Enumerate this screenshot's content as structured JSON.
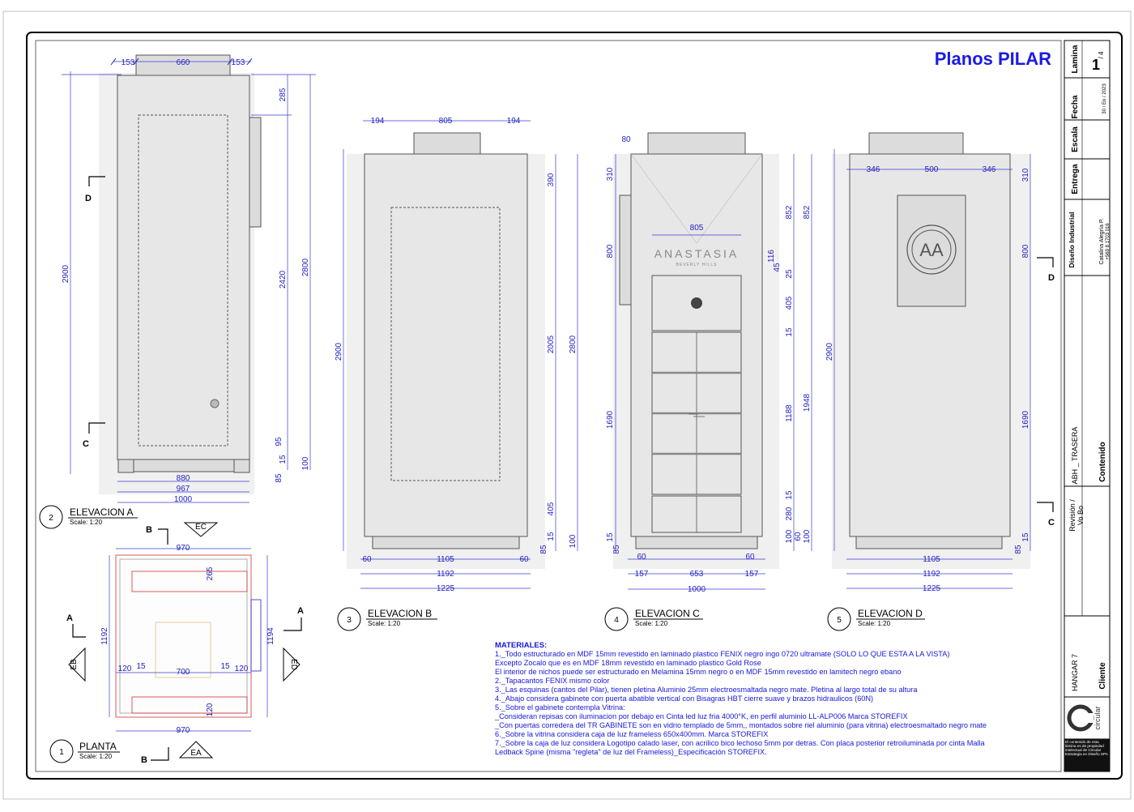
{
  "title": "Planos PILAR",
  "title_color": "#1a1ae6",
  "dim_color": "#1f1fbf",
  "views": {
    "a": {
      "number": "2",
      "title": "ELEVACION A",
      "scale": "Scale: 1:20"
    },
    "b": {
      "number": "3",
      "title": "ELEVACION B",
      "scale": "Scale: 1:20"
    },
    "c": {
      "number": "4",
      "title": "ELEVACION C",
      "scale": "Scale: 1:20"
    },
    "d": {
      "number": "5",
      "title": "ELEVACION D",
      "scale": "Scale: 1:20"
    },
    "planta": {
      "number": "1",
      "title": "PLANTA",
      "scale": "Scale: 1:20"
    }
  },
  "section_marks": {
    "d": "D",
    "c": "C",
    "a": "A",
    "b": "B",
    "ea": "EA",
    "eb": "EB",
    "ec": "EC",
    "ed": "ED"
  },
  "brand": {
    "name": "ANASTASIA",
    "sub": "BEVERLY HILLS"
  },
  "dims_a": {
    "top_left": "153",
    "top_mid": "660",
    "top_right": "153",
    "h_total": "2900",
    "h_top": "285",
    "h_door": "2420",
    "h_body": "2800",
    "h_95": "95",
    "h_15": "15",
    "h_85": "85",
    "h_100": "100",
    "w_880": "880",
    "w_967": "967",
    "w_1000": "1000"
  },
  "dims_b": {
    "top_left": "194",
    "top_mid": "805",
    "top_right": "194",
    "h_total": "2900",
    "h_390": "390",
    "h_2005": "2005",
    "h_2800": "2800",
    "h_405": "405",
    "h_15": "15",
    "h_85": "85",
    "h_100": "100",
    "w_60l": "60",
    "w_1105": "1105",
    "w_60r": "60",
    "w_1192": "1192",
    "w_1225": "1225"
  },
  "dims_c": {
    "top_80": "80",
    "h_310": "310",
    "h_800": "800",
    "h_1690": "1690",
    "h_852a": "852",
    "h_852b": "852",
    "w_805": "805",
    "h_116": "116",
    "h_45": "45",
    "h_25": "25",
    "h_405": "405",
    "h_15a": "15",
    "h_1188": "1188",
    "h_1948": "1948",
    "h_15b": "15",
    "h_280": "280",
    "h_15c": "15",
    "h_85": "85",
    "h_100a": "100",
    "h_100b": "100",
    "h_60": "60",
    "w_60l": "60",
    "w_60r": "60",
    "w_157l": "157",
    "w_653": "653",
    "w_157r": "157",
    "w_1000": "1000"
  },
  "dims_d": {
    "w_346l": "346",
    "w_500": "500",
    "w_346r": "346",
    "h_310": "310",
    "h_2900": "2900",
    "h_800": "800",
    "h_1690": "1690",
    "h_15": "15",
    "h_85": "85",
    "w_1105": "1105",
    "w_1192": "1192",
    "w_1225": "1225"
  },
  "dims_planta": {
    "w_970_top": "970",
    "h_265": "265",
    "h_1192": "1192",
    "h_1194": "1194",
    "w_120l": "120",
    "w_15l": "15",
    "w_700": "700",
    "w_15r": "15",
    "w_120r": "120",
    "h_120": "120",
    "w_970_bot": "970"
  },
  "materials": {
    "heading": "MATERIALES:",
    "lines": [
      "1._Todo estructurado en MDF 15mm revestido en laminado plastico FENIX negro ingo 0720 ultramate (SOLO LO QUE ESTA A LA VISTA)",
      "Excepto Zocalo que es en MDF 18mm revestido en laminado plastico Gold Rose",
      "El interior de nichos puede ser estructurado en Melamina 15mm negro o en MDF 15mm revestido en lamitech negro ebano",
      "2._Tapacantos FENIX mismo color",
      "3._Las esquinas (cantos del Pilar), tienen pletina Aluminio 25mm electroesmaltada negro mate. Pletina al largo total de su altura",
      "4._Abajo considera gabinete con puerta abatible vertical con Bisagras HBT cierre suave y brazos hidraulicos (60N)",
      "5._Sobre el gabinete contempla Vitrina:",
      " _Consideran repisas con iluminacion por debajo en Cinta led luz fria 4000°K, en perfil aluminio LL-ALP006 Marca STOREFIX",
      " _Con puertas corredera del TR GABINETE son en vidrio templado de 5mm,, montados sobre riel aluminio (para vitrina) electroesmaltado negro mate",
      "6._Sobre la vitrina considera caja de luz frameless 650x400mm. Marca STOREFIX",
      "7._Sobre la caja de luz considera Logotipo calado laser, con acrilico bico lechoso 5mm por detras. Con placa posterior retroiluminada por cinta Malla",
      "Ledback Spine (misma \"regleta\" de luz del Frameless)_Especificación STOREFIX."
    ]
  },
  "title_block": {
    "lamina_label": "Lamina",
    "lamina_value": "1",
    "lamina_total": "/ 4",
    "fecha_label": "Fecha",
    "fecha_value": "30 / En / 2023",
    "escala_label": "Escala",
    "entrega_label": "Entrega",
    "diseno_label": "Diseño Industrial",
    "diseno_name": "Catalina Alegría P.",
    "diseno_phone": "+569 8 1703 016",
    "revision_label": "Revisión /",
    "vobo_label": "Vo Bo",
    "contenido_value": "ABH _ TRASERA",
    "contenido_label": "Contenido",
    "cliente_value": "HANGAR 7",
    "cliente_label": "Cliente",
    "logo_text": "circular",
    "footer": "El contenido de esta lámina es de propiedad intelectual de Circular Estrategia en Diseño SPA"
  }
}
